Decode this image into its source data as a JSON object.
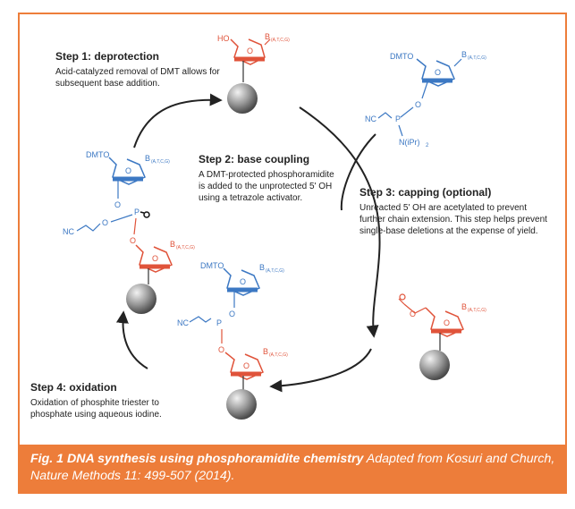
{
  "colors": {
    "frame": "#ed7d3a",
    "caption_bg": "#ed7d3a",
    "red_nucleotide": "#e0533a",
    "blue_nucleotide": "#3c78c3",
    "arrow": "#222222"
  },
  "steps": {
    "step1": {
      "title": "Step 1: deprotection",
      "desc": "Acid-catalyzed removal of DMT allows for subsequent base addition."
    },
    "step2": {
      "title": "Step 2: base coupling",
      "desc": "A DMT-protected phosphoramidite is added to the unprotected 5' OH using a tetrazole activator."
    },
    "step3": {
      "title": "Step 3: capping (optional)",
      "desc": "Unreacted 5' OH are acetylated to prevent further chain extension. This step helps prevent single-base deletions at the expense of yield."
    },
    "step4": {
      "title": "Step 4: oxidation",
      "desc": "Oxidation of phosphite triester to phosphate using aqueous iodine."
    }
  },
  "molecule_labels": {
    "ho": "HO",
    "dmto": "DMTO",
    "nc": "NC",
    "base": "B",
    "base_sub": "(A,T,C,G)",
    "o": "O",
    "p": "P",
    "n_ipr": "N(iPr)",
    "n_ipr_sub": "2"
  },
  "caption": {
    "bold": "Fig. 1 DNA synthesis using phosphoramidite chemistry",
    "rest": " Adapted from Kosuri and Church, Nature Methods 11: 499-507 (2014)."
  }
}
